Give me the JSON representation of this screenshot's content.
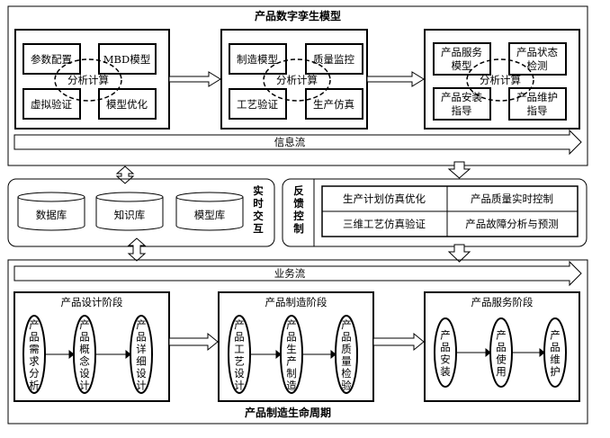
{
  "twin": {
    "title": "产品数字孪生模型",
    "groups": [
      {
        "center": "分析计算",
        "boxes": [
          [
            "参数配置"
          ],
          [
            "MBD模型"
          ],
          [
            "虚拟验证"
          ],
          [
            "模型优化"
          ]
        ]
      },
      {
        "center": "分析计算",
        "boxes": [
          [
            "制造模型"
          ],
          [
            "质量监控"
          ],
          [
            "工艺验证"
          ],
          [
            "生产仿真"
          ]
        ]
      },
      {
        "center": "分析计算",
        "boxes": [
          [
            "产品服务",
            "模型"
          ],
          [
            "产品状态",
            "检测"
          ],
          [
            "产品安装",
            "指导"
          ],
          [
            "产品维护",
            "指导"
          ]
        ]
      }
    ],
    "info_flow": "信息流"
  },
  "databases": {
    "items": [
      "数据库",
      "知识库",
      "模型库"
    ],
    "side_label": [
      "实",
      "时",
      "交",
      "互"
    ]
  },
  "feedback": {
    "side_label": [
      "反",
      "馈",
      "控",
      "制"
    ],
    "cells": [
      "生产计划仿真优化",
      "产品质量实时控制",
      "三维工艺仿真验证",
      "产品故障分析与预测"
    ]
  },
  "lifecycle": {
    "business_flow": "业务流",
    "title": "产品制造生命周期",
    "stages": [
      {
        "title": "产品设计阶段",
        "steps": [
          "产品需求分析",
          "产品概念设计",
          "产品详细设计"
        ]
      },
      {
        "title": "产品制造阶段",
        "steps": [
          "产品工艺设计",
          "产品生产制造",
          "产品质量检验"
        ]
      },
      {
        "title": "产品服务阶段",
        "steps": [
          "产品安装",
          "产品使用",
          "产品维护"
        ]
      }
    ]
  }
}
